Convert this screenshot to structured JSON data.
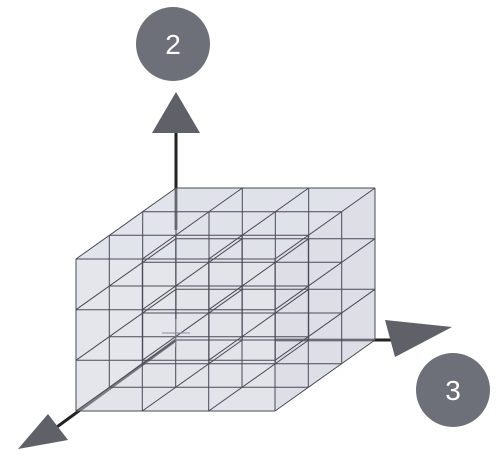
{
  "figure": {
    "axis_labels": [
      {
        "id": "vertical",
        "text": "2"
      },
      {
        "id": "right",
        "text": "3"
      }
    ],
    "grid_divisions": {
      "x": 3,
      "y": 3,
      "z": 3
    },
    "colors": {
      "badge_fill": "#6d7079",
      "axis_stroke": "#222222",
      "arrow_fill": "#5f6068",
      "face_fill": "#c9ccd8",
      "grid_stroke": "#4a4a55"
    }
  }
}
